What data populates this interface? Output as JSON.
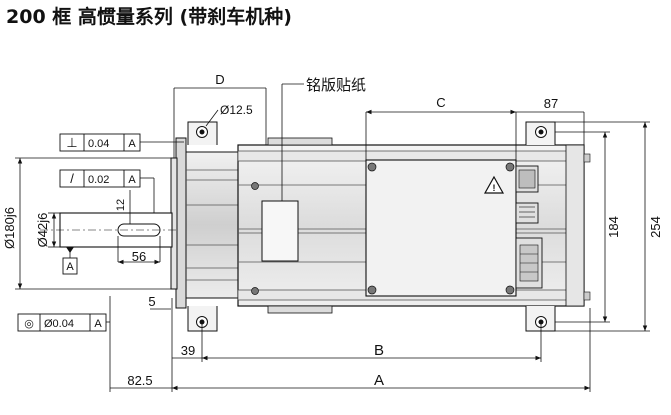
{
  "title": "200 框 高惯量系列 (带刹车机种)",
  "dimensions": {
    "D": "D",
    "hole_dia": "Ø12.5",
    "nameplate": "铭版贴纸",
    "C": "C",
    "d87": "87",
    "d184": "184",
    "d254": "254",
    "shaft_dia": "Ø42j6",
    "pilot_dia": "Ø180j6",
    "key_width": "12",
    "key_length": "56",
    "flange_thk": "5",
    "d39": "39",
    "B": "B",
    "d82_5": "82.5",
    "A": "A"
  },
  "tolerances": {
    "perp_value": "0.04",
    "perp_datum": "A",
    "runout_value": "0.02",
    "runout_datum": "A",
    "conc_value": "Ø0.04",
    "conc_datum": "A"
  },
  "datum_label": "A",
  "symbols": {
    "perpendicularity": "⊥",
    "runout": "/",
    "concentricity": "◎"
  }
}
